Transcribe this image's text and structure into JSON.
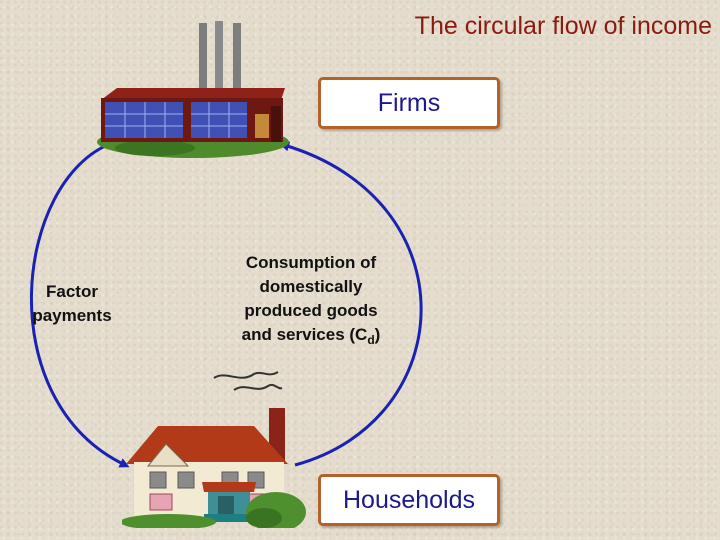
{
  "title": "The circular flow of income",
  "nodes": {
    "firms": "Firms",
    "households": "Households"
  },
  "flows": {
    "factor_payments": [
      "Factor",
      "payments"
    ],
    "consumption": {
      "lines": [
        "Consumption of",
        "domestically",
        "produced goods"
      ],
      "last_line_prefix": "and services (C",
      "subscript": "d",
      "suffix": ")"
    }
  },
  "icons": [
    "factory-icon",
    "house-icon"
  ],
  "colors": {
    "title": "#8b1a10",
    "box_text": "#1c1a8a",
    "box_border": "#b2622a",
    "arrow": "#1a22b4"
  }
}
